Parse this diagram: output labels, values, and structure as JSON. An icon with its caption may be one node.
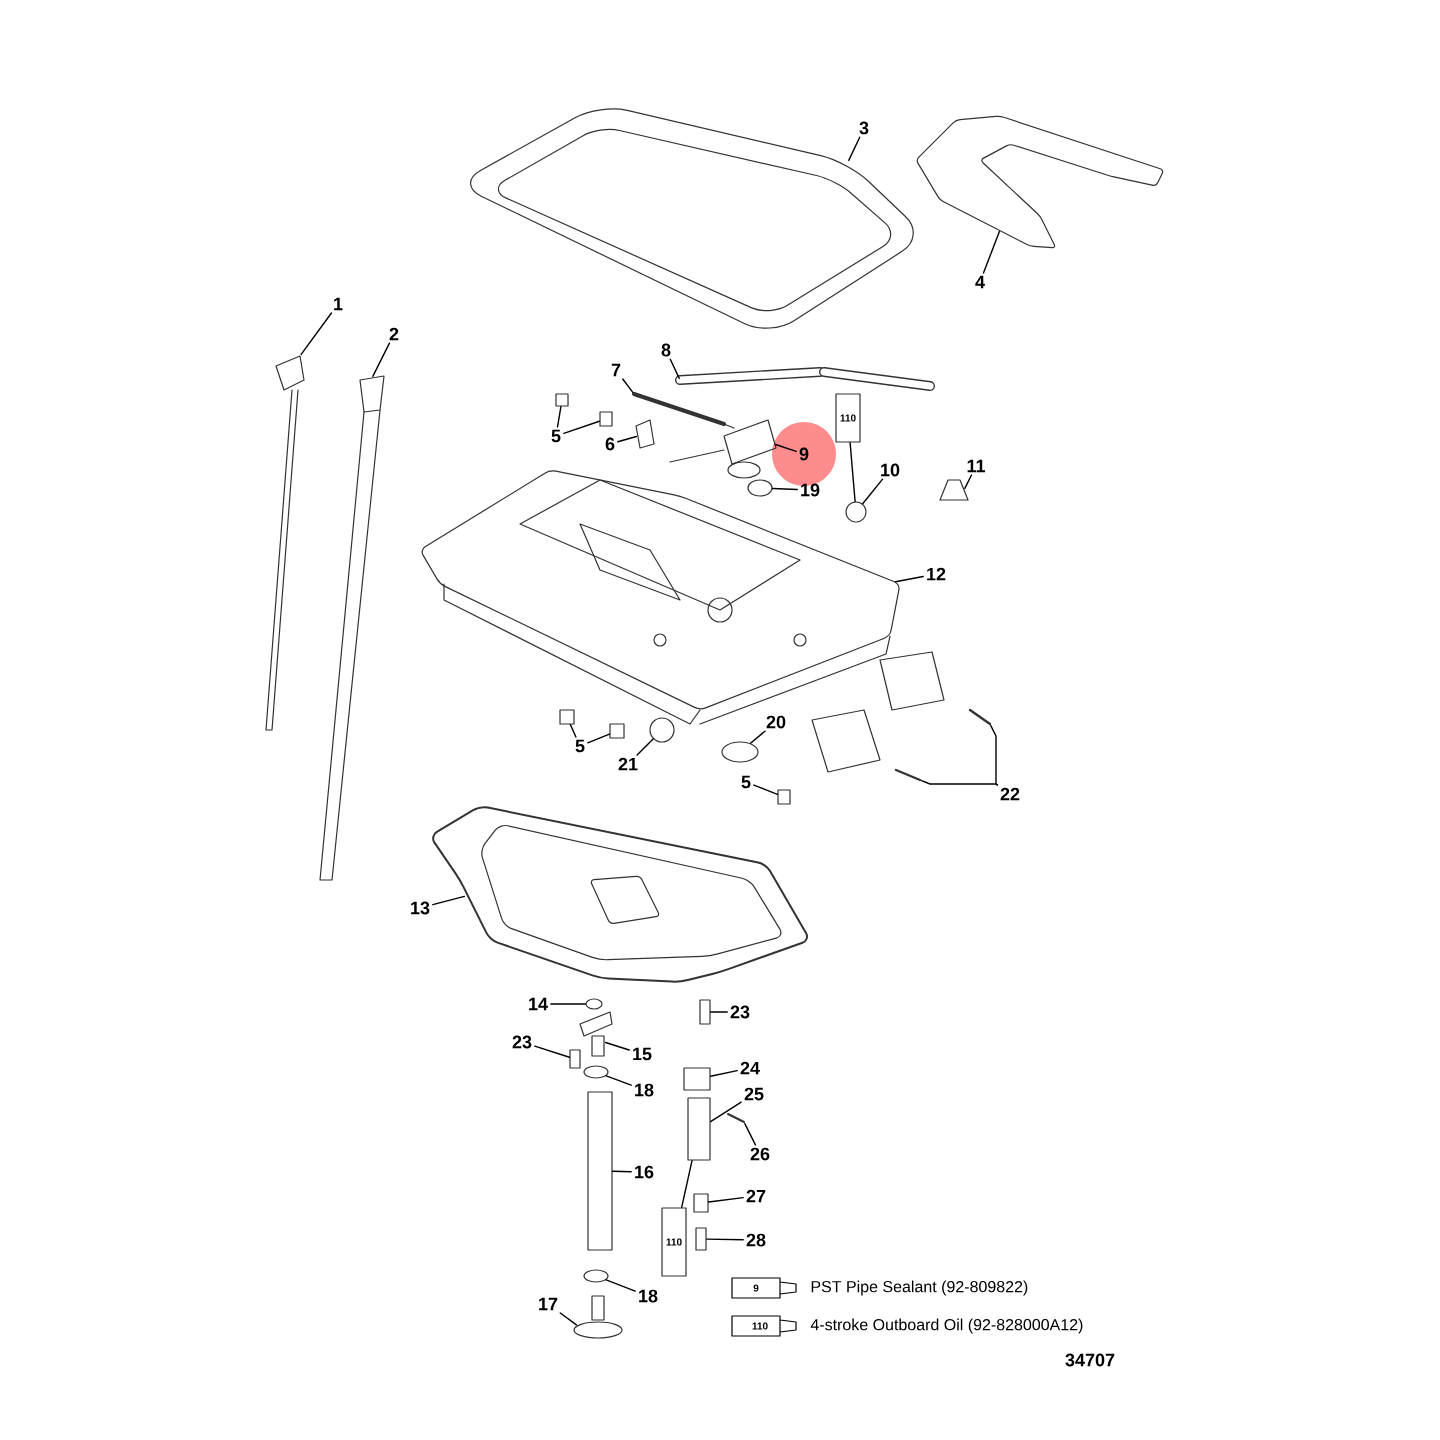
{
  "diagram": {
    "nodes": [
      {
        "text": [
          "1"
        ]
      },
      {
        "text": [
          "2"
        ]
      },
      {
        "text": [
          "3"
        ]
      },
      {
        "text": [
          "4"
        ]
      },
      {
        "text": [
          "5"
        ]
      },
      {
        "text": [
          "6"
        ]
      },
      {
        "text": [
          "7"
        ]
      },
      {
        "text": [
          "8"
        ]
      },
      {
        "text": [
          "9"
        ]
      },
      {
        "text": [
          "19"
        ]
      },
      {
        "text": [
          "10"
        ]
      },
      {
        "text": [
          "11"
        ]
      },
      {
        "text": [
          "12"
        ]
      },
      {
        "text": [
          "5"
        ]
      },
      {
        "text": [
          "20"
        ]
      },
      {
        "text": [
          "21"
        ]
      },
      {
        "text": [
          "5"
        ]
      },
      {
        "text": [
          "22"
        ]
      },
      {
        "text": [
          "13"
        ]
      },
      {
        "text": [
          "14"
        ]
      },
      {
        "text": [
          "23"
        ]
      },
      {
        "text": [
          "15"
        ]
      },
      {
        "text": [
          "23"
        ]
      },
      {
        "text": [
          "18"
        ]
      },
      {
        "text": [
          "24"
        ]
      },
      {
        "text": [
          "25"
        ]
      },
      {
        "text": [
          "26"
        ]
      },
      {
        "text": [
          "16"
        ]
      },
      {
        "text": [
          "27"
        ]
      },
      {
        "text": [
          "28"
        ]
      },
      {
        "text": [
          "18"
        ]
      },
      {
        "text": [
          "17"
        ]
      },
      {
        "text": [],
        "shape": "picture"
      },
      {
        "text": [],
        "shape": "picture"
      },
      {
        "text": [],
        "shape": "picture"
      },
      {
        "text": [],
        "shape": "picture"
      },
      {
        "text": [],
        "shape": "box"
      },
      {
        "text": [],
        "shape": "box"
      },
      {
        "text": [],
        "shape": "picture"
      },
      {
        "text": [],
        "shape": "picture"
      },
      {
        "text": [],
        "shape": "picture"
      },
      {
        "text": [],
        "shape": "picture"
      },
      {
        "text": [],
        "shape": "ellipse"
      },
      {
        "text": [],
        "shape": "circle"
      },
      {
        "text": [],
        "shape": "picture"
      },
      {
        "text": [],
        "shape": "picture"
      },
      {
        "text": [],
        "shape": "box"
      },
      {
        "text": [],
        "shape": "box"
      },
      {
        "text": [],
        "shape": "ellipse"
      },
      {
        "text": [],
        "shape": "circle"
      },
      {
        "text": [],
        "shape": "box"
      },
      {
        "text": [],
        "shape": "picture"
      },
      {
        "text": [],
        "shape": "picture"
      },
      {
        "text": [],
        "shape": "picture"
      },
      {
        "text": [],
        "shape": "ellipse"
      },
      {
        "text": [],
        "shape": "box"
      },
      {
        "text": [],
        "shape": "picture"
      },
      {
        "text": [],
        "shape": "box"
      },
      {
        "text": [],
        "shape": "ellipse"
      },
      {
        "text": [],
        "shape": "box"
      },
      {
        "text": [],
        "shape": "box"
      },
      {
        "text": [],
        "shape": "picture"
      },
      {
        "text": [],
        "shape": "box"
      },
      {
        "text": [],
        "shape": "box"
      },
      {
        "text": [],
        "shape": "box"
      },
      {
        "text": [],
        "shape": "ellipse"
      },
      {
        "text": [],
        "shape": "picture"
      },
      {
        "text": [
          "110"
        ]
      },
      {
        "text": [
          "110"
        ]
      }
    ],
    "edges": [
      {
        "from": 0,
        "to": 34,
        "arrow": "none"
      },
      {
        "from": 1,
        "to": 35,
        "arrow": "none"
      },
      {
        "from": 2,
        "to": 32,
        "arrow": "none"
      },
      {
        "from": 3,
        "to": 33,
        "arrow": "none"
      },
      {
        "from": 4,
        "to": 36,
        "arrow": "none"
      },
      {
        "from": 4,
        "to": 37,
        "arrow": "none"
      },
      {
        "from": 5,
        "to": 38,
        "arrow": "none"
      },
      {
        "from": 6,
        "to": 39,
        "arrow": "none"
      },
      {
        "from": 7,
        "to": 40,
        "arrow": "none"
      },
      {
        "from": 8,
        "to": 41,
        "arrow": "none"
      },
      {
        "from": 9,
        "to": 42,
        "arrow": "none"
      },
      {
        "from": 10,
        "to": 43,
        "arrow": "none"
      },
      {
        "from": 11,
        "to": 44,
        "arrow": "none"
      },
      {
        "from": 12,
        "to": 45,
        "arrow": "none"
      },
      {
        "from": 13,
        "to": 46,
        "arrow": "none"
      },
      {
        "from": 13,
        "to": 47,
        "arrow": "none"
      },
      {
        "from": 14,
        "to": 48,
        "arrow": "none"
      },
      {
        "from": 15,
        "to": 49,
        "arrow": "none"
      },
      {
        "from": 16,
        "to": 50,
        "arrow": "none"
      },
      {
        "from": 17,
        "to": 51,
        "arrow": "none"
      },
      {
        "from": 17,
        "to": 52,
        "arrow": "none"
      },
      {
        "from": 18,
        "to": 53,
        "arrow": "none"
      },
      {
        "from": 19,
        "to": 54,
        "arrow": "none"
      },
      {
        "from": 20,
        "to": 55,
        "arrow": "none"
      },
      {
        "from": 21,
        "to": 56,
        "arrow": "none"
      },
      {
        "from": 22,
        "to": 57,
        "arrow": "none"
      },
      {
        "from": 23,
        "to": 58,
        "arrow": "none"
      },
      {
        "from": 24,
        "to": 59,
        "arrow": "none"
      },
      {
        "from": 25,
        "to": 60,
        "arrow": "none"
      },
      {
        "from": 26,
        "to": 61,
        "arrow": "none"
      },
      {
        "from": 27,
        "to": 62,
        "arrow": "none"
      },
      {
        "from": 28,
        "to": 63,
        "arrow": "none"
      },
      {
        "from": 29,
        "to": 64,
        "arrow": "none"
      },
      {
        "from": 30,
        "to": 65,
        "arrow": "none"
      },
      {
        "from": 31,
        "to": 66,
        "arrow": "none"
      },
      {
        "from": 67,
        "to": 43,
        "arrow": "none"
      },
      {
        "from": 68,
        "to": 60,
        "arrow": "none"
      }
    ],
    "labels": [
      "9",
      "110",
      "34707"
    ],
    "legend": [
      {
        "text": "PST Pipe Sealant (92-809822)"
      },
      {
        "text": "4-stroke Outboard Oil (92-828000A12)"
      }
    ]
  }
}
